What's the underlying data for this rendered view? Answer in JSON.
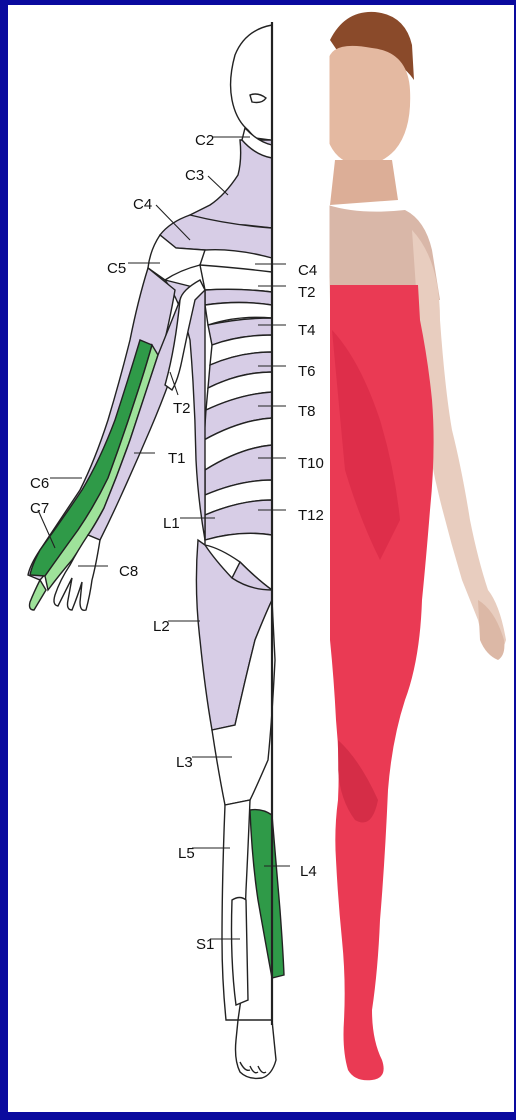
{
  "colors": {
    "frame": "#0a0a9e",
    "dermatome_fill": "#d7cde6",
    "dermatome_dark": "#c7b9da",
    "highlight_green": "#2f9a48",
    "highlight_light_green": "#9ee29a",
    "outline": "#222222",
    "photo_pink": "#e8344e",
    "skin": "#e9c9b6"
  },
  "icons": {
    "figure": "half-body-outline-icon",
    "photo": "human-figure-red-overlay-icon"
  },
  "labels": {
    "C2": "C2",
    "C3": "C3",
    "C4_left": "C4",
    "C4_right": "C4",
    "C5": "C5",
    "T2_right": "T2",
    "T4": "T4",
    "T6": "T6",
    "T8": "T8",
    "T2_arm": "T2",
    "T10": "T10",
    "T1": "T1",
    "C6": "C6",
    "C7": "C7",
    "L1": "L1",
    "T12": "T12",
    "C8": "C8",
    "L2": "L2",
    "L3": "L3",
    "L5": "L5",
    "L4": "L4",
    "S1": "S1"
  }
}
